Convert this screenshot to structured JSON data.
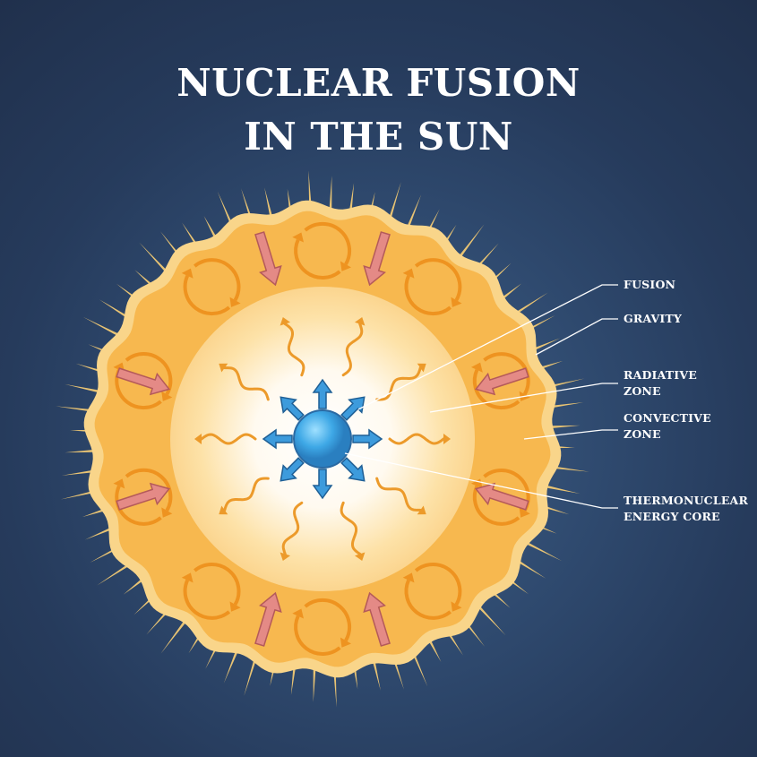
{
  "title": {
    "line1": "NUCLEAR FUSION",
    "line2": "IN THE SUN"
  },
  "labels": {
    "fusion": "FUSION",
    "gravity": "GRAVITY",
    "radiative_line1": "RADIATIVE",
    "radiative_line2": "ZONE",
    "convective_line1": "CONVECTIVE",
    "convective_line2": "ZONE",
    "core_line1": "THERMONUCLEAR",
    "core_line2": "ENERGY CORE"
  },
  "colors": {
    "background": "#2a3f61",
    "sun_outer": "#f7b84f",
    "sun_edge": "#f9d58a",
    "spike": "#e8c373",
    "convection_arrow": "#ee9320",
    "gravity_arrow": "#e48a86",
    "radiation_wave": "#ec9a2a",
    "core": "#3ea8e6",
    "fusion_arrow": "#3d9bdc"
  },
  "icons": [
    "convection-cycle-icon",
    "gravity-arrow-icon",
    "radiation-wave-icon",
    "fusion-arrow-icon"
  ]
}
